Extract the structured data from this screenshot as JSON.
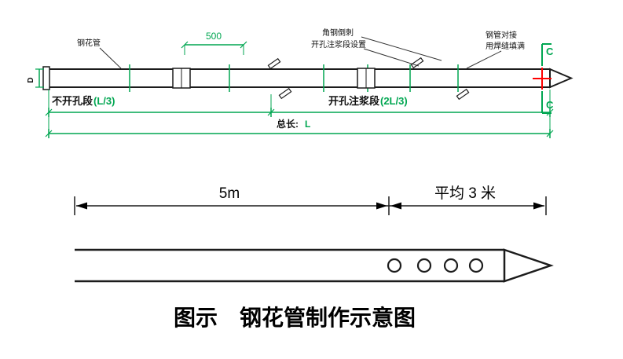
{
  "colors": {
    "dim_green": "#00a651",
    "section_red": "#ff0000",
    "line_black": "#1c1c1c"
  },
  "upper": {
    "pipe_callout": "钢花管",
    "dim_500": "500",
    "barb_callout_line1": "角钢倒刺",
    "barb_callout_line2": "开孔注浆段设置",
    "joint_callout_line1": "钢管对接",
    "joint_callout_line2": "用焊缝填满",
    "section_mark_top": "C",
    "section_mark_bottom": "C",
    "diameter_label": "D",
    "solid_segment_label": "不开孔段",
    "solid_segment_dim": "(L/3)",
    "perforated_segment_label": "开孔注浆段",
    "perforated_segment_dim": "(2L/3)",
    "total_length_label": "总长:",
    "total_length_value": "L"
  },
  "lower": {
    "left_dim": "5m",
    "right_dim": "平均 3 米"
  },
  "caption": "图示　钢花管制作示意图"
}
